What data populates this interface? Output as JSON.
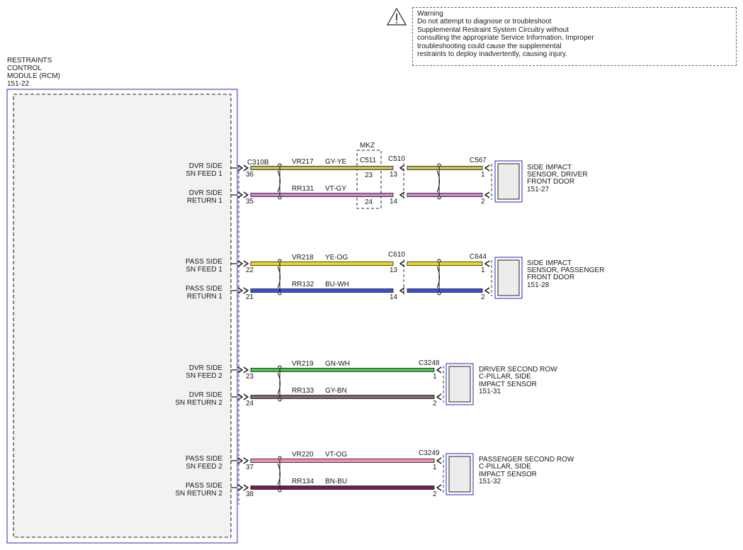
{
  "warning": {
    "icon": "warning-triangle-icon",
    "title": "Warning",
    "lines": [
      "Do not attempt to diagnose or troubleshoot",
      "Supplemental Restraint System Circuitry without",
      "consulting the appropriate Service Information. Improper",
      "troubleshooting could cause the supplemental",
      "restraints to deploy inadvertently, causing injury."
    ]
  },
  "module": {
    "label_lines": [
      "RESTRAINTS",
      "CONTROL",
      "MODULE (RCM)",
      "151-22"
    ],
    "connector": "C310B"
  },
  "inline_connectors": {
    "mkz_label": "MKZ",
    "c511": "C511",
    "c510": "C510",
    "c610": "C610"
  },
  "circuits": [
    {
      "pin_label": [
        "DVR SIDE",
        "SN FEED 1"
      ],
      "rcm_pin": "36",
      "circuit": "VR217",
      "color_code": "GY-YE",
      "wire_color": "#c6bf55",
      "c511_pin": "23",
      "inline_pin": "13",
      "sensor_pin": "1"
    },
    {
      "pin_label": [
        "DVR SIDE",
        "RETURN 1"
      ],
      "rcm_pin": "35",
      "circuit": "RR131",
      "color_code": "VT-GY",
      "wire_color": "#cc84cc",
      "c511_pin": "24",
      "inline_pin": "14",
      "sensor_pin": "2"
    },
    {
      "pin_label": [
        "PASS SIDE",
        "SN FEED 1"
      ],
      "rcm_pin": "22",
      "circuit": "VR218",
      "color_code": "YE-OG",
      "wire_color": "#e8dc1c",
      "inline_pin": "13",
      "sensor_pin": "1"
    },
    {
      "pin_label": [
        "PASS SIDE",
        "RETURN 1"
      ],
      "rcm_pin": "21",
      "circuit": "RR132",
      "color_code": "BU-WH",
      "wire_color": "#3a4ee0",
      "inline_pin": "14",
      "sensor_pin": "2"
    },
    {
      "pin_label": [
        "DVR SIDE",
        "SN FEED 2"
      ],
      "rcm_pin": "23",
      "circuit": "VR219",
      "color_code": "GN-WH",
      "wire_color": "#4cc24c",
      "sensor_pin": "1"
    },
    {
      "pin_label": [
        "DVR SIDE",
        "SN RETURN 2"
      ],
      "rcm_pin": "24",
      "circuit": "RR133",
      "color_code": "GY-BN",
      "wire_color": "#7a6c6c",
      "sensor_pin": "2"
    },
    {
      "pin_label": [
        "PASS SIDE",
        "SN FEED 2"
      ],
      "rcm_pin": "37",
      "circuit": "VR220",
      "color_code": "VT-OG",
      "wire_color": "#ee90a6",
      "sensor_pin": "1"
    },
    {
      "pin_label": [
        "PASS SIDE",
        "SN RETURN 2"
      ],
      "rcm_pin": "38",
      "circuit": "RR134",
      "color_code": "BN-BU",
      "wire_color": "#741c4a",
      "sensor_pin": "2"
    }
  ],
  "sensors": [
    {
      "connector": "C567",
      "label_lines": [
        "SIDE IMPACT",
        "SENSOR, DRIVER",
        "FRONT DOOR",
        "151-27"
      ]
    },
    {
      "connector": "C644",
      "label_lines": [
        "SIDE IMPACT",
        "SENSOR, PASSENGER",
        "FRONT DOOR",
        "151-28"
      ]
    },
    {
      "connector": "C3248",
      "label_lines": [
        "DRIVER SECOND ROW",
        "C-PILLAR, SIDE",
        "IMPACT SENSOR",
        "151-31"
      ]
    },
    {
      "connector": "C3249",
      "label_lines": [
        "PASSENGER SECOND ROW",
        "C-PILLAR, SIDE",
        "IMPACT SENSOR",
        "151-32"
      ]
    }
  ]
}
